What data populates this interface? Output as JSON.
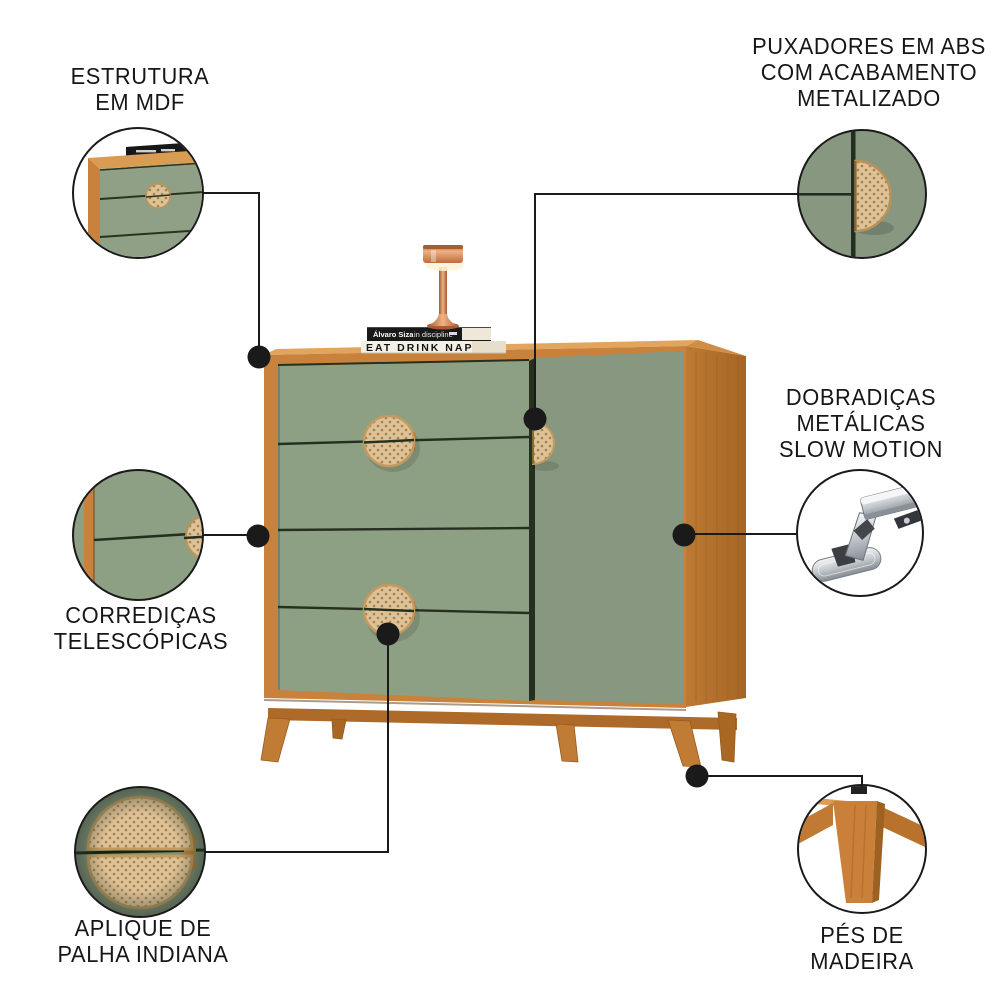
{
  "page": {
    "background": "#ffffff"
  },
  "callouts": {
    "estrutura": {
      "lines": [
        "ESTRUTURA",
        "EM MDF"
      ]
    },
    "puxadores": {
      "lines": [
        "PUXADORES EM ABS",
        "COM ACABAMENTO",
        "METALIZADO"
      ]
    },
    "dobradicas": {
      "lines": [
        "DOBRADIÇAS",
        "METÁLICAS",
        "SLOW MOTION"
      ]
    },
    "corredicas": {
      "lines": [
        "CORREDIÇAS",
        "TELESCÓPICAS"
      ]
    },
    "aplique": {
      "lines": [
        "APLIQUE DE",
        "PALHA INDIANA"
      ]
    },
    "pes": {
      "lines": [
        "PÉS DE",
        "MADEIRA"
      ]
    }
  },
  "decor": {
    "book_top_author": "Álvaro Siza",
    "book_top_title": "in discipline",
    "book_bottom_title": "EAT DRINK NAP"
  },
  "icons": {
    "inset_estrutura": "mdf-corner-detail",
    "inset_puxadores": "abs-handle-detail",
    "inset_dobradicas": "metal-hinge-detail",
    "inset_corredicas": "telescopic-slide-detail",
    "inset_aplique": "indian-straw-applique-detail",
    "inset_pes": "wood-foot-detail"
  },
  "colors": {
    "wood": "#c8823c",
    "wood_dark": "#a96724",
    "wood_light": "#e2a55e",
    "green": "#8ea084",
    "green_door": "#879780",
    "green_inset_dark": "#7f9078",
    "seam": "#26301e",
    "cane": "#ddc197",
    "cane_dot": "#a8824e",
    "line": "#1a1a1a",
    "copper": "#c67a4a"
  }
}
